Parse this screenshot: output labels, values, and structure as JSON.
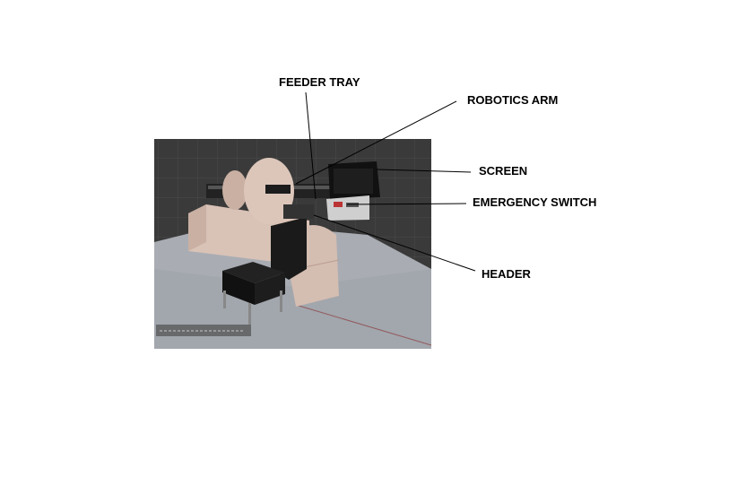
{
  "labels": {
    "feeder_tray": "FEEDER TRAY",
    "robotics_arm": "ROBOTICS ARM",
    "screen": "SCREEN",
    "emergency_switch": "EMERGENCY SWITCH",
    "header": "HEADER"
  },
  "colors": {
    "background": "#ffffff",
    "viewport_bg": "#3a3a3a",
    "floor": "#a9adb3",
    "machine_body": "#d9c2b6",
    "dark_part": "#1a1a1a",
    "leader_line": "#000000"
  }
}
